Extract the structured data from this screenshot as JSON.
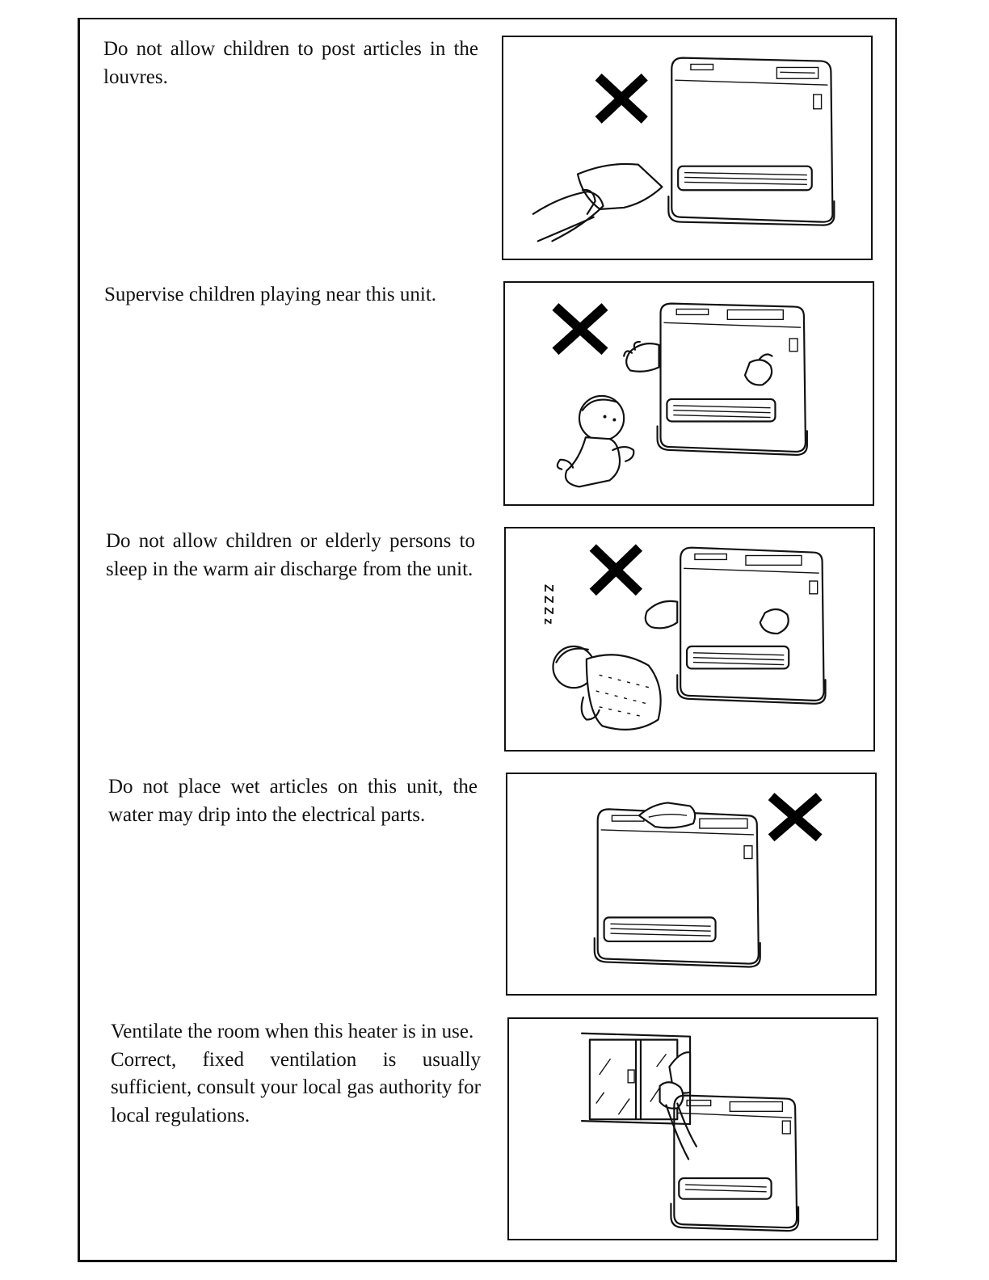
{
  "sections": [
    {
      "text": [
        "Do not allow children to post articles in the louvres."
      ],
      "illustration": "child-hand-posting-cloth-into-heater-louvres",
      "mark": "cross"
    },
    {
      "text": [
        "Supervise children playing near this unit."
      ],
      "illustration": "toddler-crawling-near-heater",
      "mark": "cross"
    },
    {
      "text": [
        "Do not allow children or elderly persons to sleep in the warm air discharge from the unit."
      ],
      "illustration": "child-sleeping-in-front-of-heater",
      "mark": "cross"
    },
    {
      "text": [
        "Do not place wet articles on this unit, the water may drip into the electrical parts."
      ],
      "illustration": "wet-cloth-on-top-of-heater",
      "mark": "cross"
    },
    {
      "text": [
        "Ventilate the room when this heater is in use.",
        "Correct, fixed ventilation is usually sufficient, consult your local gas authority for local regulations."
      ],
      "illustration": "hand-opening-window-next-to-heater",
      "mark": ""
    }
  ],
  "icons": {
    "cross": "cross-mark-icon"
  },
  "sleep_glyph": "Z Z Z z"
}
